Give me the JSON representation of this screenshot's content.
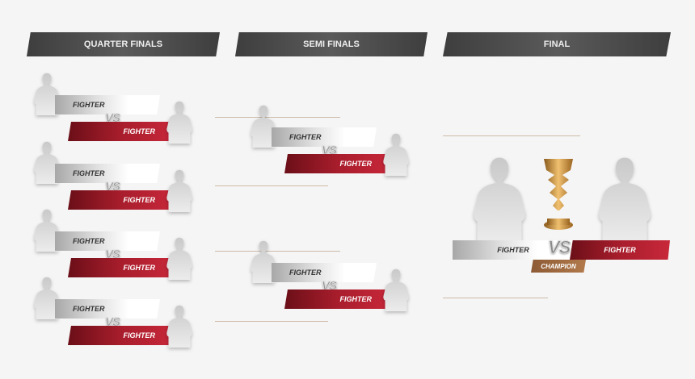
{
  "headers": {
    "quarter": "QUARTER FINALS",
    "semi": "SEMI FINALS",
    "final": "FINAL"
  },
  "quarter_finals": [
    {
      "fighter_a": "FIGHTER",
      "vs": "VS",
      "fighter_b": "FIGHTER"
    },
    {
      "fighter_a": "FIGHTER",
      "vs": "VS",
      "fighter_b": "FIGHTER"
    },
    {
      "fighter_a": "FIGHTER",
      "vs": "VS",
      "fighter_b": "FIGHTER"
    },
    {
      "fighter_a": "FIGHTER",
      "vs": "VS",
      "fighter_b": "FIGHTER"
    }
  ],
  "semi_finals": [
    {
      "fighter_a": "FIGHTER",
      "vs": "VS",
      "fighter_b": "FIGHTER"
    },
    {
      "fighter_a": "FIGHTER",
      "vs": "VS",
      "fighter_b": "FIGHTER"
    }
  ],
  "final": {
    "fighter_a": "FIGHTER",
    "vs": "VS",
    "fighter_b": "FIGHTER",
    "badge": "CHAMPION",
    "trophy": "trophy-icon"
  },
  "colors": {
    "header": "#444444",
    "red": "#c8283a",
    "bronze": "#a06a40",
    "connector": "#cdbba9"
  }
}
